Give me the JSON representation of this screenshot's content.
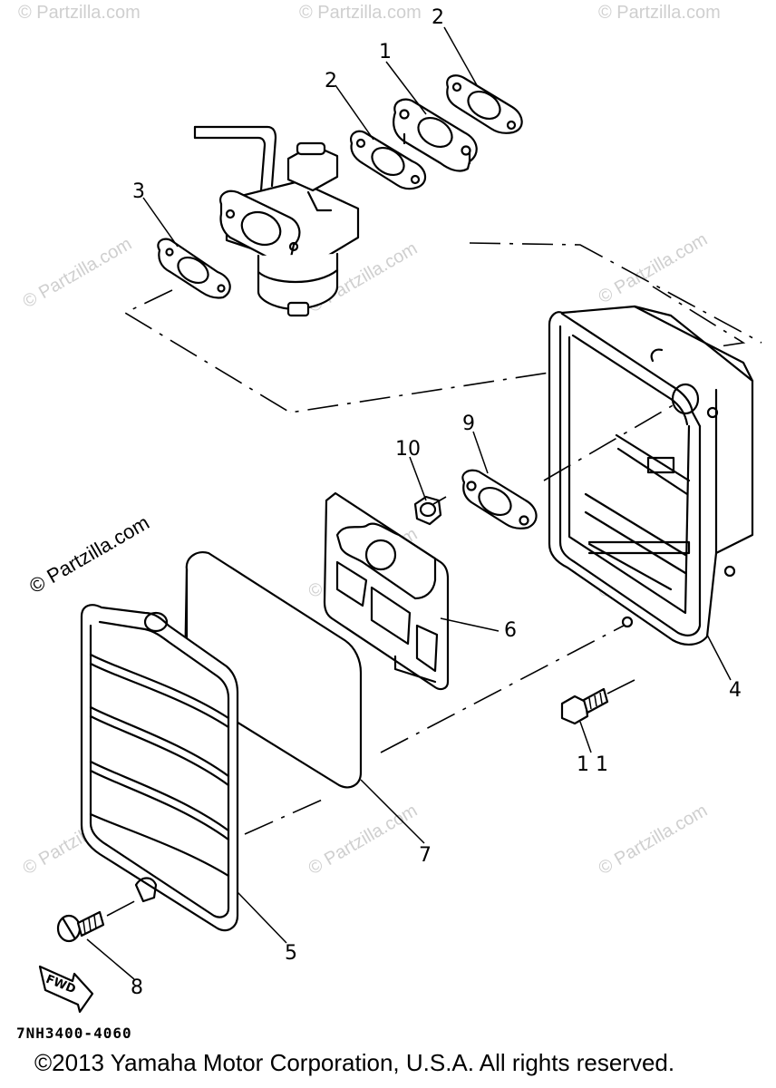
{
  "diagram": {
    "part_labels": [
      {
        "id": "1",
        "text": "1"
      },
      {
        "id": "2a",
        "text": "2"
      },
      {
        "id": "2b",
        "text": "2"
      },
      {
        "id": "3",
        "text": "3"
      },
      {
        "id": "4",
        "text": "4"
      },
      {
        "id": "5",
        "text": "5"
      },
      {
        "id": "6",
        "text": "6"
      },
      {
        "id": "7",
        "text": "7"
      },
      {
        "id": "8",
        "text": "8"
      },
      {
        "id": "9",
        "text": "9"
      },
      {
        "id": "10",
        "text": "10"
      },
      {
        "id": "11",
        "text": "1 1"
      }
    ],
    "fwd_arrow_label": "FWD",
    "watermark_text": "© Partzilla.com",
    "reference_code": "7NH3400-4060",
    "copyright": "©2013 Yamaha Motor Corporation, U.S.A. All rights reserved."
  }
}
